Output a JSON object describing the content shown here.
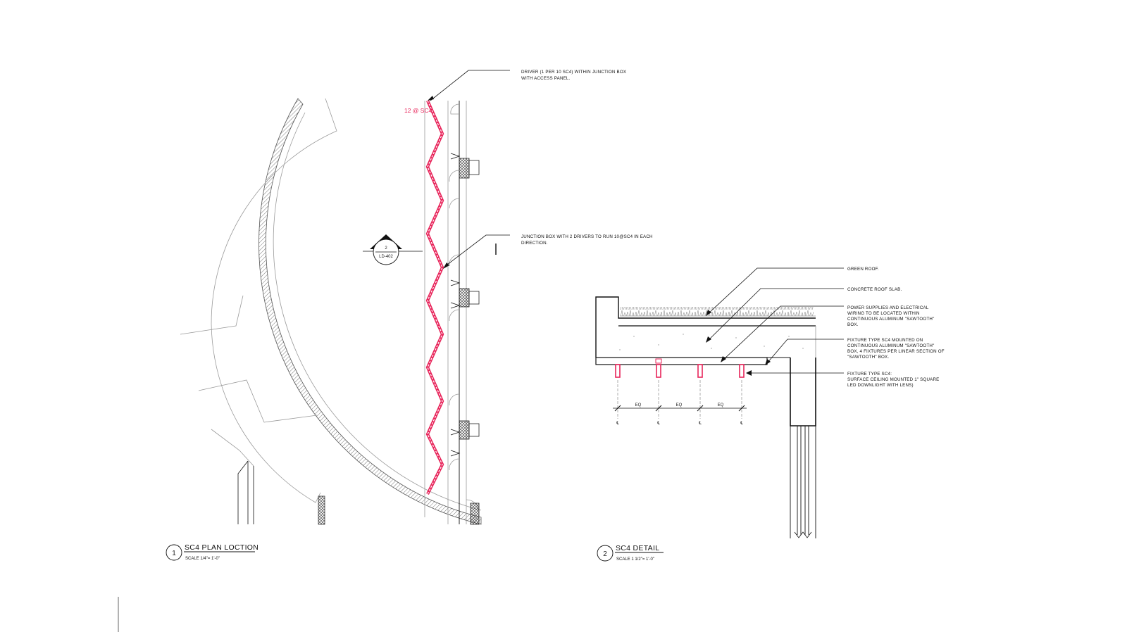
{
  "colors": {
    "fixture": "#e8245a",
    "ink": "#111111",
    "light": "#a0a0a0"
  },
  "plan": {
    "fixture_tag": "12 @ SC4",
    "section_marker": {
      "number": "2",
      "sheet": "LD-402"
    },
    "notes": {
      "driver_line1": "DRIVER (1 PER 10 SC4) WITHIN JUNCTION BOX",
      "driver_line2": "WITH ACCESS PANEL.",
      "junction_line1": "JUNCTION BOX WITH 2 DRIVERS TO RUN 10@SC4 IN EACH",
      "junction_line2": "DIRECTION."
    },
    "title_number": "1",
    "title": "SC4 PLAN LOCTION",
    "scale": "SCALE 1/4\"= 1'-0\""
  },
  "detail": {
    "notes": {
      "green_roof": "GREEN ROOF.",
      "slab": "CONCRETE ROOF SLAB.",
      "power_line1": "POWER SUPPLIES AND ELECTRICAL",
      "power_line2": "WIRING TO BE LOCATED WITHIN",
      "power_line3": "CONTINUOUS ALUMINUM \"SAWTOOTH\"",
      "power_line4": "BOX.",
      "mount_line1": "FIXTURE TYPE SC4 MOUNTED ON",
      "mount_line2": "CONTINUOUS ALUMINUM \"SAWTOOTH\"",
      "mount_line3": "BOX, 4 FIXTURES PER LINEAR SECTION OF",
      "mount_line4": "\"SAWTOOTH\" BOX.",
      "type_line1": "FIXTURE TYPE SC4:",
      "type_line2": "SURFACE CEILING MOUNTED 1\" SQUARE",
      "type_line3": "LED DOWNLIGHT WITH LENS)"
    },
    "dims": [
      "EQ",
      "EQ",
      "EQ"
    ],
    "centerline_mark": "℄",
    "title_number": "2",
    "title": "SC4 DETAIL",
    "scale": "SCALE 1 1/2\"= 1'-0\""
  }
}
